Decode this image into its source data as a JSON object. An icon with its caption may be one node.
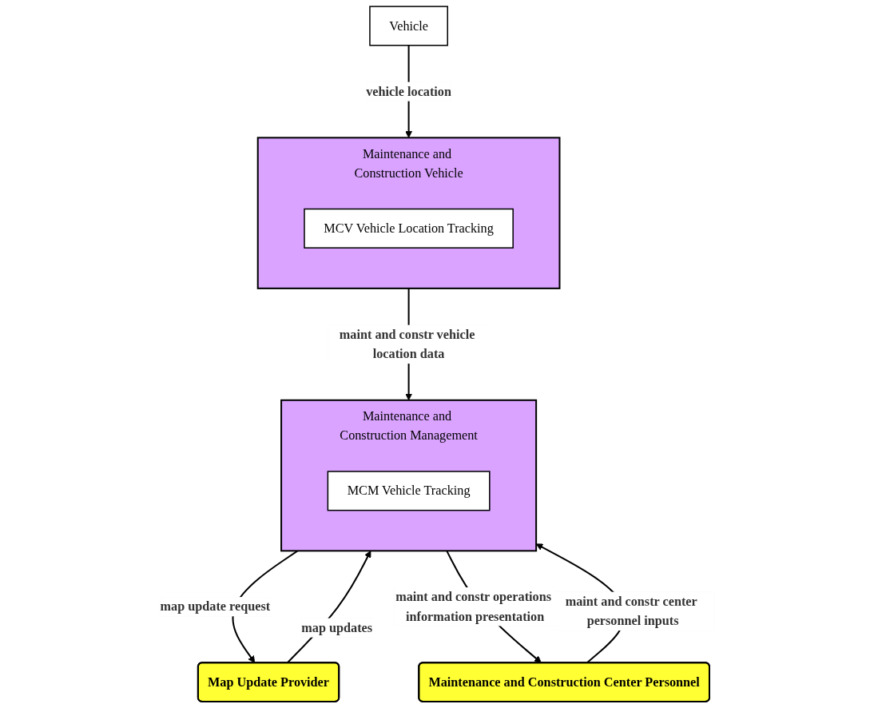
{
  "diagram": {
    "nodes": [
      {
        "text": [
          "Map Update Provider"
        ]
      },
      {
        "text": [
          "Maintenance and Construction Management"
        ]
      },
      {
        "text": [
          "MCM Vehicle Tracking"
        ],
        "in": 1
      },
      {
        "text": [
          "Maintenance and Construction Vehicle"
        ]
      },
      {
        "text": [
          "MCV Vehicle Location Tracking"
        ],
        "in": 3
      },
      {
        "text": [
          "Maintenance and Construction Center Personnel"
        ]
      },
      {
        "text": [
          "Vehicle"
        ]
      }
    ],
    "edges": [
      {
        "from": 0,
        "to": 1,
        "arrow": "to",
        "label": "map updates"
      },
      {
        "from": 1,
        "to": 0,
        "arrow": "to",
        "label": "map update request"
      },
      {
        "from": 3,
        "to": 1,
        "arrow": "to",
        "label": "maint and constr vehicle location data"
      },
      {
        "from": 5,
        "to": 1,
        "arrow": "to",
        "label": "maint and constr center personnel inputs"
      },
      {
        "from": 1,
        "to": 5,
        "arrow": "to",
        "label": "maint and constr operations information presentation"
      },
      {
        "from": 6,
        "to": 3,
        "arrow": "to",
        "label": "vehicle location"
      }
    ]
  }
}
